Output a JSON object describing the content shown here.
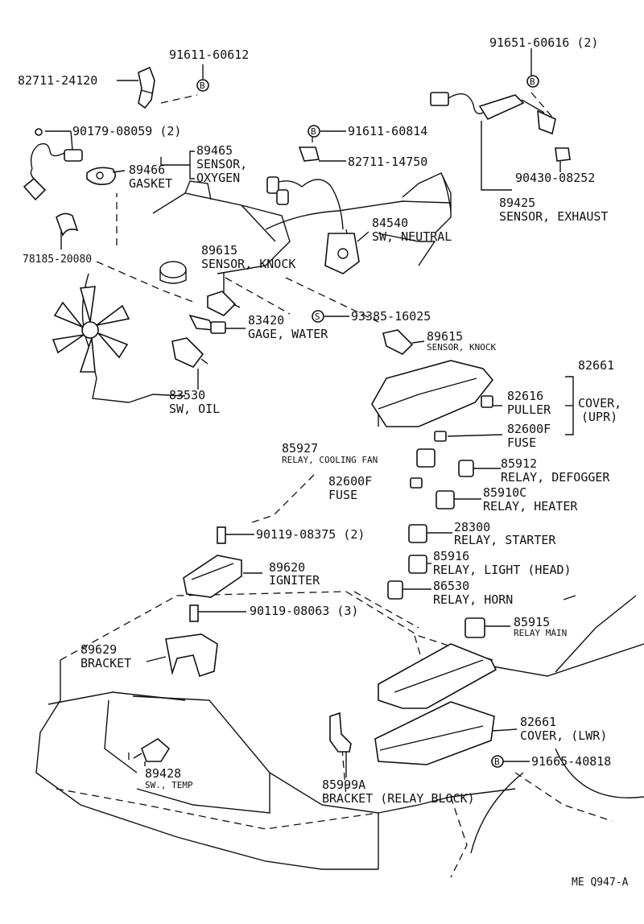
{
  "footer": {
    "code": "ME  Q947-A"
  },
  "bolt_marker": "B",
  "special_marker": "S",
  "callouts": {
    "c01": {
      "part_no": "91611-60612"
    },
    "c02": {
      "part_no": "82711-24120"
    },
    "c03": {
      "part_no": "91651-60616 (2)"
    },
    "c04": {
      "part_no": "90179-08059 (2)"
    },
    "c05": {
      "part_no": "91611-60814"
    },
    "c06": {
      "part_no": "89465",
      "name": "SENSOR,",
      "name2": "OXYGEN"
    },
    "c07": {
      "part_no": "89466",
      "name": "GASKET"
    },
    "c08": {
      "part_no": "82711-14750"
    },
    "c09": {
      "part_no": "90430-08252"
    },
    "c10": {
      "part_no": "89425",
      "name": "SENSOR, EXHAUST"
    },
    "c11": {
      "part_no": "84540",
      "name": "SW, NEUTRAL"
    },
    "c12": {
      "part_no": "78185-20080"
    },
    "c13": {
      "part_no": "89615",
      "name": "SENSOR, KNOCK"
    },
    "c14": {
      "part_no": "93385-16025"
    },
    "c15": {
      "part_no": "83420",
      "name": "GAGE, WATER"
    },
    "c16": {
      "part_no": "89615",
      "name": "SENSOR, KNOCK"
    },
    "c17": {
      "part_no": "83530",
      "name": "SW, OIL"
    },
    "c18": {
      "part_no": "82661",
      "name": "COVER,",
      "name2": "(UPR)"
    },
    "c19": {
      "part_no": "82616",
      "name": "PULLER"
    },
    "c20": {
      "part_no": "82600F",
      "name": "FUSE"
    },
    "c21": {
      "part_no": "85927",
      "name": "RELAY, COOLING FAN"
    },
    "c22": {
      "part_no": "85912",
      "name": "RELAY, DEFOGGER"
    },
    "c23": {
      "part_no": "82600F",
      "name": "FUSE"
    },
    "c24": {
      "part_no": "85910C",
      "name": "RELAY, HEATER"
    },
    "c25": {
      "part_no": "90119-08375 (2)"
    },
    "c26": {
      "part_no": "28300",
      "name": "RELAY, STARTER"
    },
    "c27": {
      "part_no": "89620",
      "name": "IGNITER"
    },
    "c28": {
      "part_no": "85916",
      "name": "RELAY, LIGHT (HEAD)"
    },
    "c29": {
      "part_no": "86530",
      "name": "RELAY, HORN"
    },
    "c30": {
      "part_no": "90119-08063 (3)"
    },
    "c31": {
      "part_no": "85915",
      "name": "RELAY MAIN"
    },
    "c32": {
      "part_no": "89629",
      "name": "BRACKET"
    },
    "c33": {
      "part_no": "82661",
      "name": "COVER,  (LWR)"
    },
    "c34": {
      "part_no": "91665-40818"
    },
    "c35": {
      "part_no": "89428",
      "name": "SW., TEMP"
    },
    "c36": {
      "part_no": "85999A",
      "name": "BRACKET (RELAY BLOCK)"
    }
  }
}
